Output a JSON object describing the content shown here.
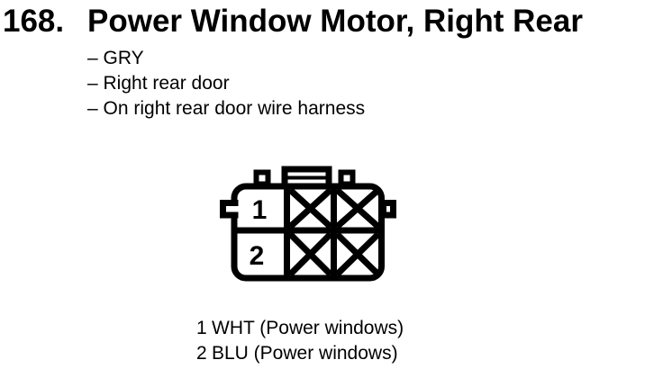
{
  "page": {
    "background_color": "#ffffff",
    "ink_color": "#000000"
  },
  "title": {
    "number": "168.",
    "text": "Power Window Motor, Right Rear"
  },
  "details": {
    "items": [
      "– GRY",
      "– Right rear door",
      "– On right rear door wire harness"
    ]
  },
  "connector": {
    "kind": "connector-face-diagram",
    "cavities": [
      {
        "pin": "1"
      },
      {
        "pin": "2"
      }
    ],
    "blocked_cavities": 4
  },
  "legend": {
    "rows": [
      {
        "pin": "1",
        "label": "WHT (Power windows)"
      },
      {
        "pin": "2",
        "label": "BLU (Power windows)"
      }
    ]
  }
}
